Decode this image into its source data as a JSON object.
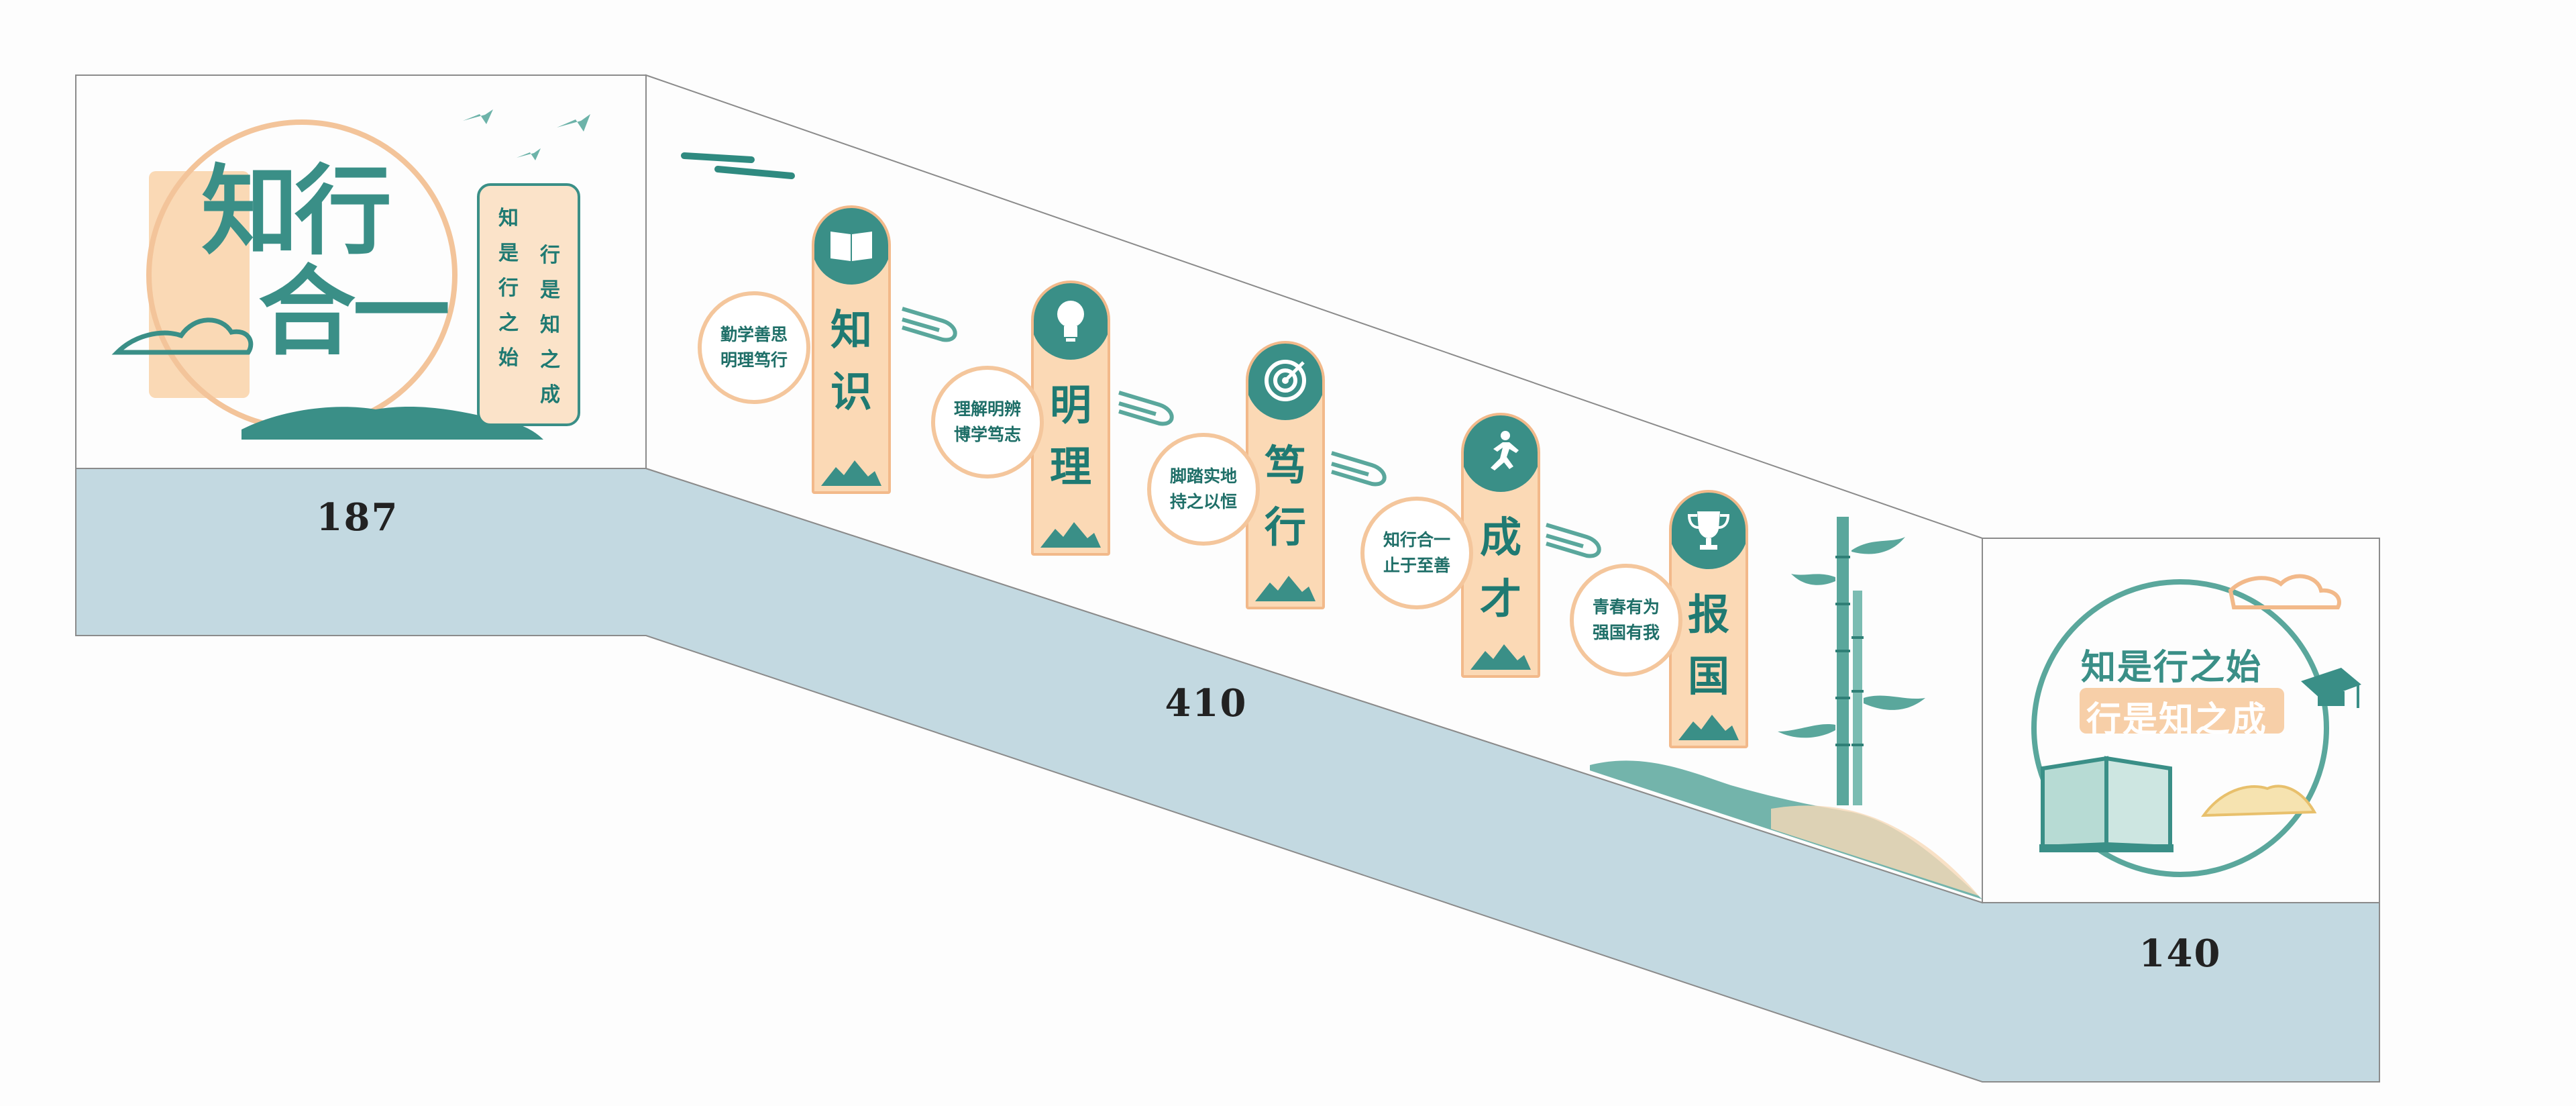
{
  "left_panel": {
    "title_line1": "知行",
    "title_line2": "合一",
    "motto_left": [
      "知",
      "是",
      "行",
      "之",
      "始"
    ],
    "motto_right": [
      "行",
      "是",
      "知",
      "之",
      "成"
    ]
  },
  "steps": [
    {
      "title": [
        "知",
        "识"
      ],
      "ring": [
        "勤学善思",
        "明理笃行"
      ],
      "icon": "open-book-icon"
    },
    {
      "title": [
        "明",
        "理"
      ],
      "ring": [
        "理解明辨",
        "博学笃志"
      ],
      "icon": "lightbulb-icon"
    },
    {
      "title": [
        "笃",
        "行"
      ],
      "ring": [
        "脚踏实地",
        "持之以恒"
      ],
      "icon": "target-icon"
    },
    {
      "title": [
        "成",
        "才"
      ],
      "ring": [
        "知行合一",
        "止于至善"
      ],
      "icon": "running-person-icon"
    },
    {
      "title": [
        "报",
        "国"
      ],
      "ring": [
        "青春有为",
        "强国有我"
      ],
      "icon": "trophy-icon"
    }
  ],
  "right_panel": {
    "line1": "知是行之始",
    "line2": "行是知之成"
  },
  "dimensions": {
    "left": "187",
    "middle": "410",
    "right": "140"
  },
  "colors": {
    "teal": "#3a8f87",
    "peach": "#fbd9b5",
    "wall_base": "#c3d9e1"
  }
}
